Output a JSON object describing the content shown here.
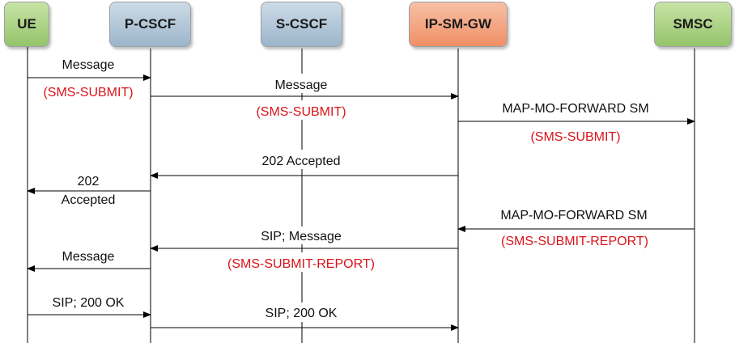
{
  "entities": {
    "ue": "UE",
    "pcscf": "P-CSCF",
    "scscf": "S-CSCF",
    "ipsmgw": "IP-SM-GW",
    "smsc": "SMSC"
  },
  "messages": [
    {
      "id": "m1",
      "lines": [
        "Message"
      ],
      "sub": "(SMS-SUBMIT)"
    },
    {
      "id": "m2",
      "lines": [
        "Message"
      ],
      "sub": "(SMS-SUBMIT)"
    },
    {
      "id": "m3",
      "lines": [
        "MAP-MO-FORWARD SM"
      ],
      "sub": "(SMS-SUBMIT)"
    },
    {
      "id": "m4",
      "lines": [
        "202 Accepted"
      ],
      "sub": ""
    },
    {
      "id": "m5",
      "lines": [
        "202",
        "Accepted"
      ],
      "sub": ""
    },
    {
      "id": "m6",
      "lines": [
        "MAP-MO-FORWARD SM"
      ],
      "sub": "(SMS-SUBMIT-REPORT)"
    },
    {
      "id": "m7",
      "lines": [
        "SIP; Message"
      ],
      "sub": "(SMS-SUBMIT-REPORT)"
    },
    {
      "id": "m8",
      "lines": [
        "Message"
      ],
      "sub": ""
    },
    {
      "id": "m9",
      "lines": [
        "SIP; 200 OK"
      ],
      "sub": ""
    },
    {
      "id": "m10",
      "lines": [
        "SIP; 200 OK"
      ],
      "sub": ""
    }
  ],
  "colors": {
    "ue_smsc": "#a9d18e",
    "cscf": "#b4c7d9",
    "ipsmgw": "#f4a582",
    "sub_label": "#d9141a"
  }
}
